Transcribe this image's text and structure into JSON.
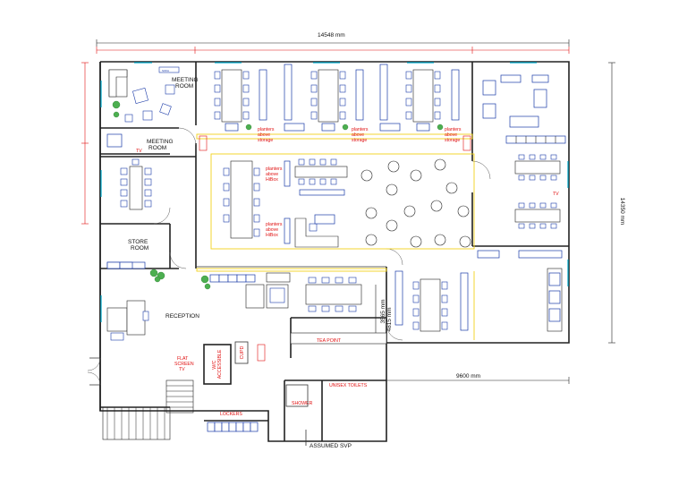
{
  "dimensions": {
    "overall_width": "14548 mm",
    "overall_depth": "14350 mm",
    "east_wing_width": "9600 mm",
    "kitchen_depth_a": "3565 mm",
    "kitchen_depth_b": "4815 mm"
  },
  "rooms": {
    "meeting_room_1": "MEETING\nROOM",
    "meeting_room_2": "MEETING\nROOM",
    "store_room": "STORE\nROOM",
    "reception": "RECEPTION",
    "tea_point": "TEA POINT",
    "unisex_toilets": "UNISEX TOILETS",
    "shower": "SHOWER",
    "lockers": "LOCKERS",
    "wc": "W/C\nACCESSIBLE",
    "cupd": "CUPD",
    "assumed_svp": "ASSUMED SVP"
  },
  "red_labels": {
    "flat_screen_tv": "FLAT\nSCREEN\nTV",
    "planters_storage": "planters\nabove\nstorage",
    "planters_hibox": "planters\nabove\nHiBox",
    "tv": "TV"
  },
  "furniture_labels": {
    "tv": "TV"
  },
  "colors": {
    "wall": "#222222",
    "window": "#00aacc",
    "zone_outline": "#f2d21a",
    "annotation_red": "#e01010",
    "furniture_blue": "#1a3aa8",
    "plant_green": "#4caf50"
  }
}
